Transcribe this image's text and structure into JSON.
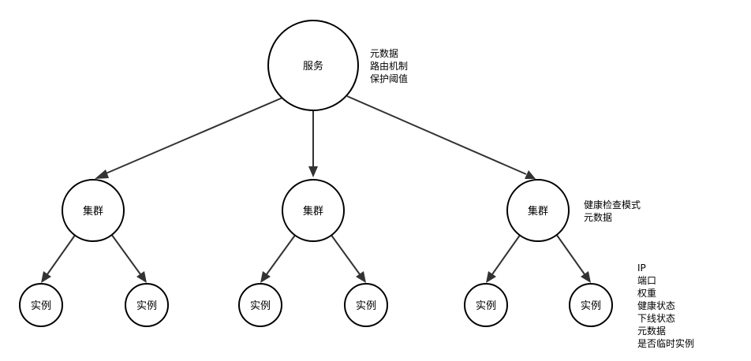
{
  "service": {
    "label": "服务",
    "notes": [
      "元数据",
      "路由机制",
      "保护阈值"
    ]
  },
  "clusters": [
    {
      "label": "集群",
      "instances": [
        "实例",
        "实例"
      ]
    },
    {
      "label": "集群",
      "instances": [
        "实例",
        "实例"
      ]
    },
    {
      "label": "集群",
      "instances": [
        "实例",
        "实例"
      ]
    }
  ],
  "cluster_notes": [
    "健康检查模式",
    "元数据"
  ],
  "instance_notes": [
    "IP",
    "端口",
    "权重",
    "健康状态",
    "下线状态",
    "元数据",
    "是否临时实例"
  ]
}
